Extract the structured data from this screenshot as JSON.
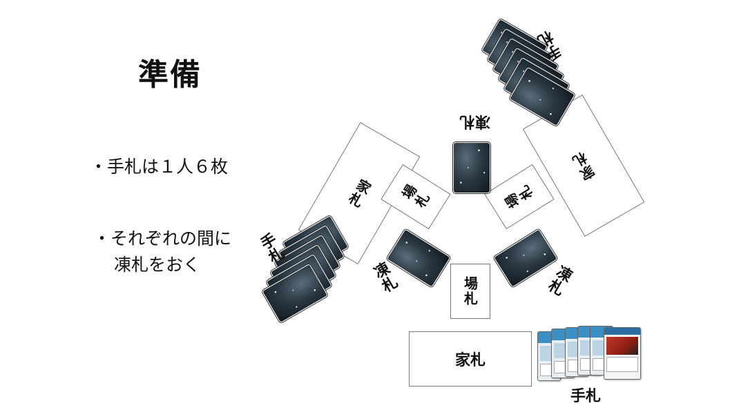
{
  "title": "準備",
  "bullets": {
    "hand_count": "・手札は１人６枚",
    "frozen_line1": "・それぞれの間に",
    "frozen_line2": "凍札をおく"
  },
  "labels": {
    "hand": "手札",
    "home": "家札",
    "field": "場札",
    "frozen": "凍札"
  }
}
